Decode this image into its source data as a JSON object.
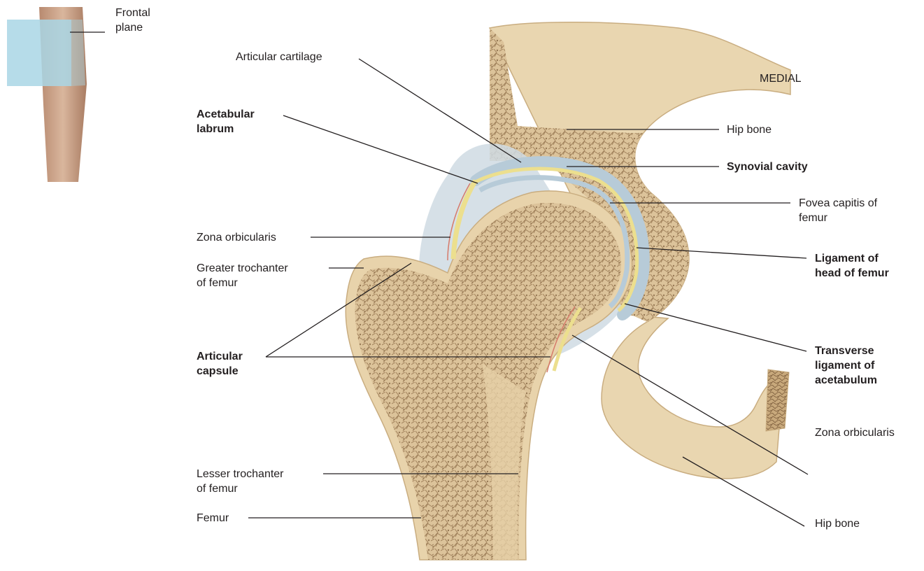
{
  "labels": {
    "frontal_plane": "Frontal\nplane",
    "articular_cartilage": "Articular cartilage",
    "medial": "MEDIAL",
    "acetabular_labrum": "Acetabular\nlabrum",
    "hip_bone_top": "Hip bone",
    "synovial_cavity": "Synovial cavity",
    "fovea_capitis": "Fovea capitis of\nfemur",
    "zona_orbicularis_left": "Zona orbicularis",
    "greater_trochanter": "Greater trochanter\nof femur",
    "ligament_head": "Ligament of\nhead of femur",
    "transverse_ligament": "Transverse\nligament of\nacetabulum",
    "articular_capsule": "Articular\ncapsule",
    "lesser_trochanter": "Lesser trochanter\nof femur",
    "zona_orbicularis_right": "Zona orbicularis",
    "hip_bone_bottom": "Hip bone",
    "femur": "Femur"
  },
  "bold_labels": [
    "acetabular_labrum",
    "synovial_cavity",
    "ligament_head",
    "transverse_ligament",
    "articular_capsule"
  ],
  "colors": {
    "bone": "#e6d3ad",
    "bone_dark": "#c9ad80",
    "spongy": "#8c6a45",
    "cartilage": "#b7cbd8",
    "synovial": "#ecdf8e",
    "capsule": "#cfdbe3",
    "vessel": "#d77a6a",
    "skin": "#cfa890",
    "plane": "#a9d6e5",
    "leader": "#231f20"
  }
}
